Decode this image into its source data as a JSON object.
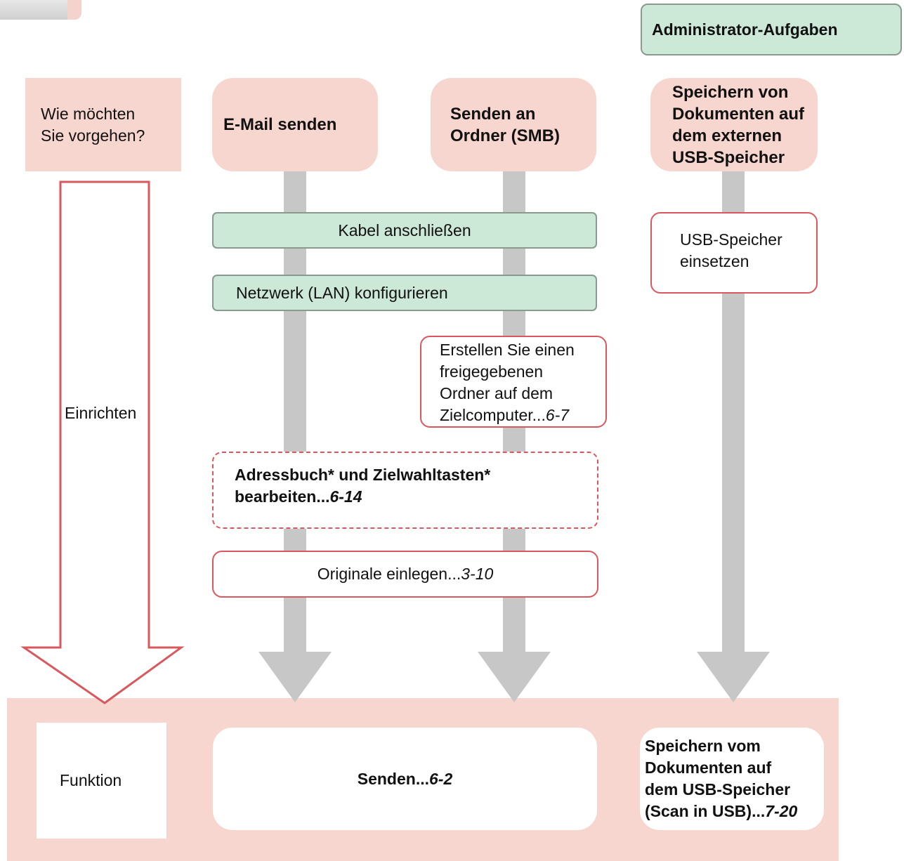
{
  "admin_tasks": {
    "label": "Administrator-Aufgaben"
  },
  "question": {
    "line1": "Wie möchten",
    "line2": "Sie vorgehen?"
  },
  "columns": {
    "email": {
      "label": "E-Mail senden"
    },
    "smb": {
      "line1": "Senden an",
      "line2": "Ordner (SMB)"
    },
    "usb": {
      "line1": "Speichern von",
      "line2": "Dokumenten auf",
      "line3": "dem externen",
      "line4": "USB-Speicher"
    }
  },
  "setup_arrow": {
    "label": "Einrichten"
  },
  "steps": {
    "cable": "Kabel anschließen",
    "network": "Netzwerk (LAN) konfigurieren",
    "usb_insert": {
      "line1": "USB-Speicher",
      "line2": "einsetzen"
    },
    "shared_folder": {
      "line1": "Erstellen Sie einen",
      "line2": "freigegebenen",
      "line3": "Ordner auf dem",
      "line4": "Zielcomputer...",
      "ref": "6-7"
    },
    "address_book": {
      "line1": "Adressbuch* und Zielwahltasten*",
      "line2": "bearbeiten...",
      "ref": "6-14"
    },
    "originals": {
      "text": "Originale einlegen...",
      "ref": "3-10"
    }
  },
  "function": {
    "label": "Funktion",
    "send": {
      "text": "Senden...",
      "ref": "6-2"
    },
    "usb_scan": {
      "line1": "Speichern vom",
      "line2": "Dokumenten auf",
      "line3": "dem USB-Speicher",
      "line4": "(Scan in USB)...",
      "ref": "7-20"
    }
  },
  "colors": {
    "pink": "#f7d6cf",
    "green": "#cce8d6",
    "red_outline": "#d8585e",
    "gray_arrow": "#c7c7c7"
  }
}
